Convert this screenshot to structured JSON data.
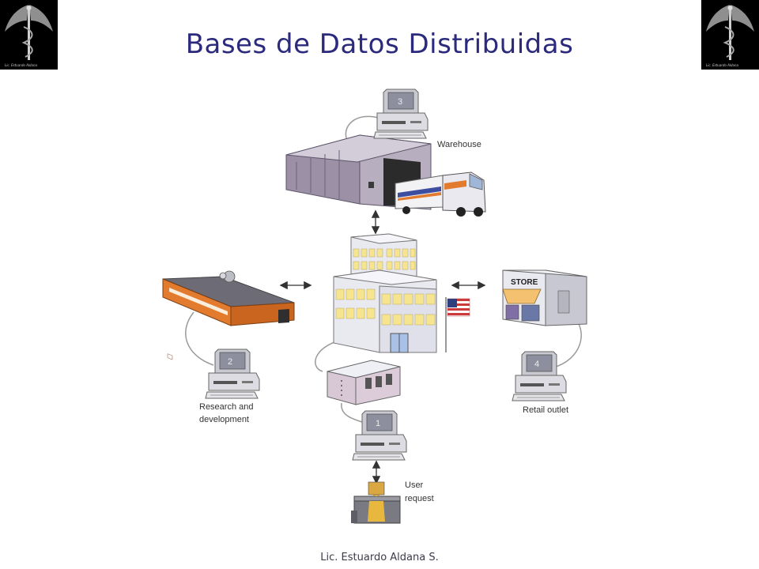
{
  "title": "Bases de Datos Distribuidas",
  "footer": "Lic. Estuardo Aldana S.",
  "logo_caption": "Lic. Estuardo Aldana",
  "diagram": {
    "labels": {
      "warehouse": "Warehouse",
      "rnd_line1": "Research and",
      "rnd_line2": "development",
      "retail": "Retail outlet",
      "user_line1": "User",
      "user_line2": "request",
      "store_sign": "STORE"
    },
    "computers": {
      "warehouse": "3",
      "rnd": "2",
      "retail": "4",
      "user": "1"
    }
  },
  "colors": {
    "title": "#2b2a7c",
    "building_front": "#e9e9f0",
    "windows": "#f7e48f",
    "warehouse_wall": "#b7aebf",
    "factory_orange": "#e37b2f"
  }
}
